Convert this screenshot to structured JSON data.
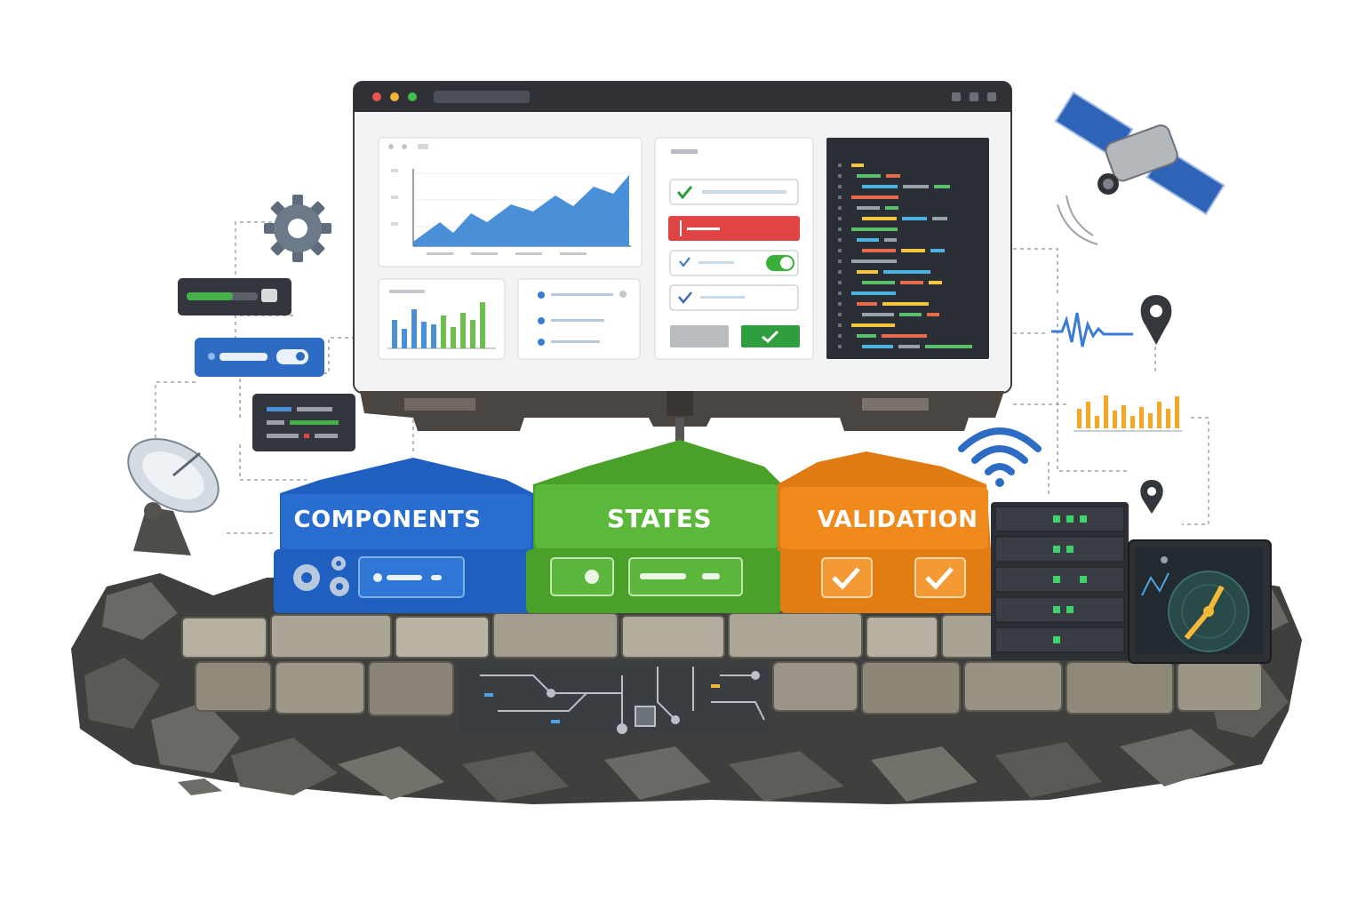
{
  "blocks": {
    "components": {
      "label": "COMPONENTS",
      "color": "#1f63c6"
    },
    "states": {
      "label": "STATES",
      "color": "#4fae2e"
    },
    "validation": {
      "label": "VALIDATION",
      "color": "#f08a1c"
    }
  },
  "colors": {
    "stone": "#a8a293",
    "rock": "#4a4a48",
    "screen_frame": "#2b2d33",
    "code_bg": "#2a2f36",
    "chart_blue": "#4a90d9",
    "error_red": "#e04444",
    "success_green": "#3cae3c",
    "accent_orange": "#f5a623"
  },
  "icons": [
    "gear-icon",
    "satellite-icon",
    "satellite-dish-icon",
    "wifi-icon",
    "map-pin-icon",
    "waveform-icon",
    "server-rack-icon",
    "radar-gauge-icon",
    "checkmark-icon",
    "toggle-icon"
  ]
}
